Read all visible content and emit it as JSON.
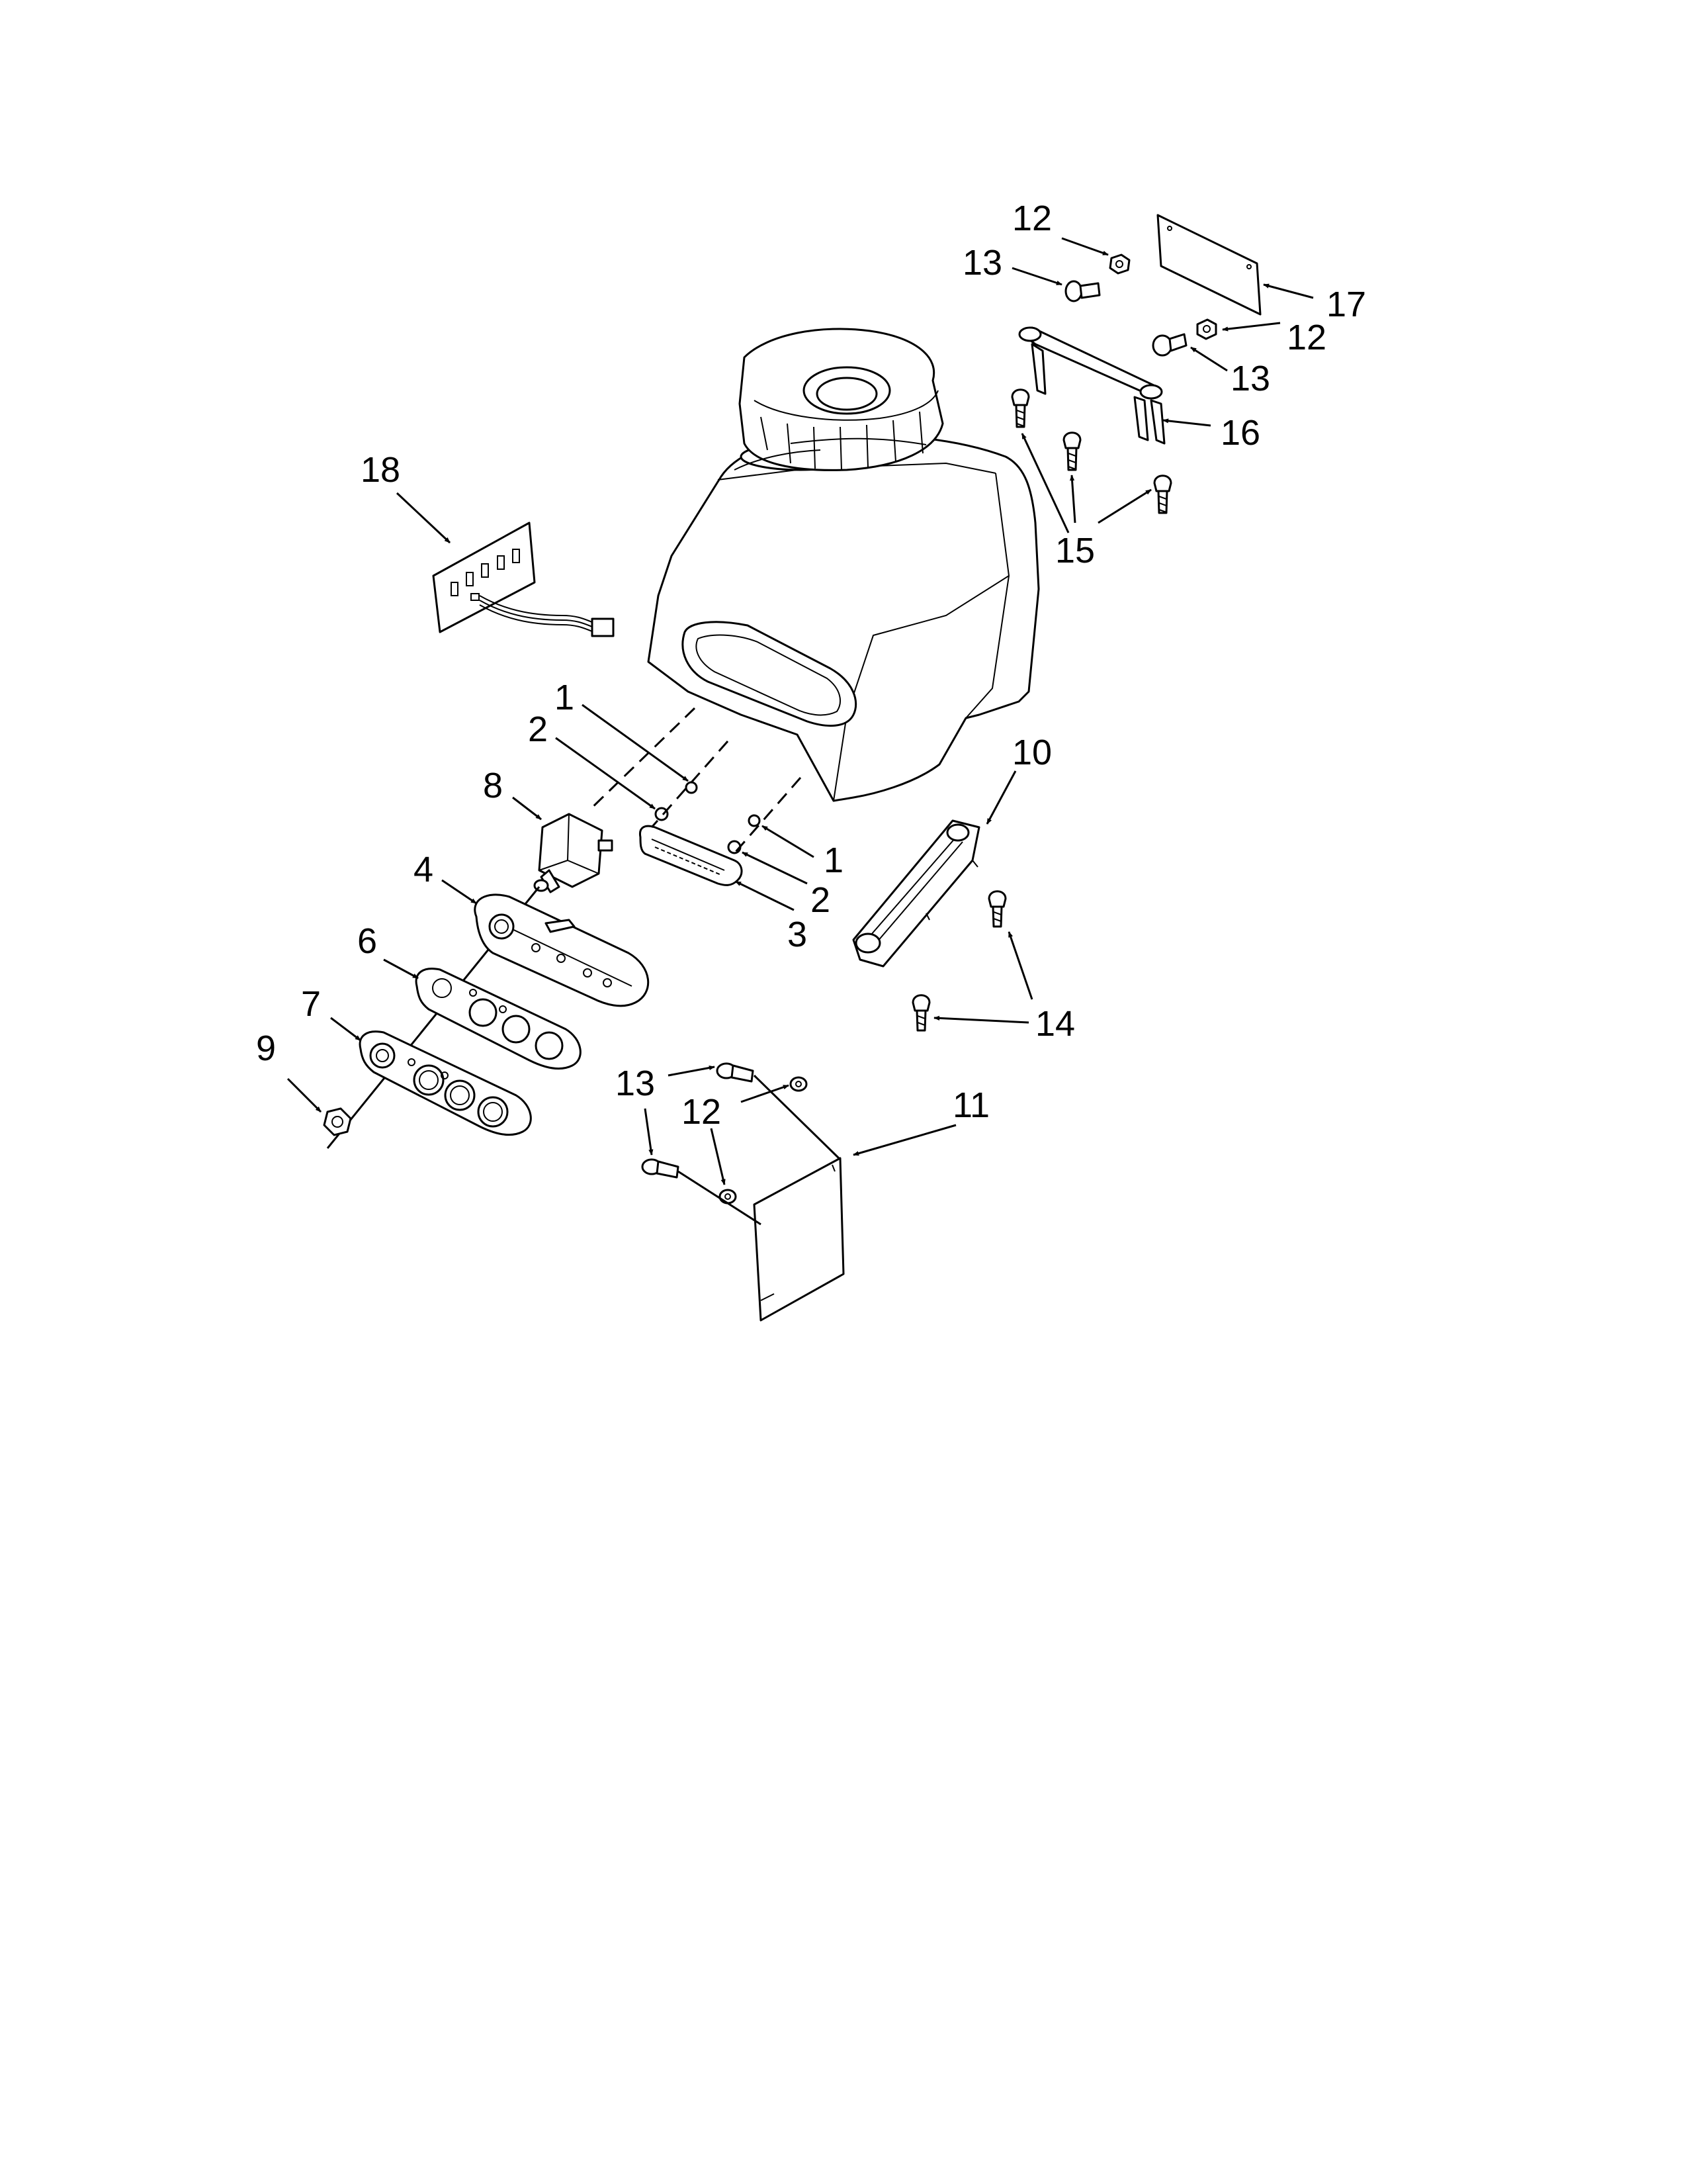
{
  "callouts": [
    {
      "id": "c12-top",
      "text": "12"
    },
    {
      "id": "c13-top",
      "text": "13"
    },
    {
      "id": "c17",
      "text": "17"
    },
    {
      "id": "c12-right",
      "text": "12"
    },
    {
      "id": "c13-right",
      "text": "13"
    },
    {
      "id": "c16",
      "text": "16"
    },
    {
      "id": "c15",
      "text": "15"
    },
    {
      "id": "c18",
      "text": "18"
    },
    {
      "id": "c1-top",
      "text": "1"
    },
    {
      "id": "c2-top",
      "text": "2"
    },
    {
      "id": "c8",
      "text": "8"
    },
    {
      "id": "c1-right",
      "text": "1"
    },
    {
      "id": "c2-right",
      "text": "2"
    },
    {
      "id": "c3",
      "text": "3"
    },
    {
      "id": "c4",
      "text": "4"
    },
    {
      "id": "c6",
      "text": "6"
    },
    {
      "id": "c7",
      "text": "7"
    },
    {
      "id": "c9",
      "text": "9"
    },
    {
      "id": "c10",
      "text": "10"
    },
    {
      "id": "c14",
      "text": "14"
    },
    {
      "id": "c13-bottom",
      "text": "13"
    },
    {
      "id": "c12-bottom",
      "text": "12"
    },
    {
      "id": "c11",
      "text": "11"
    }
  ]
}
